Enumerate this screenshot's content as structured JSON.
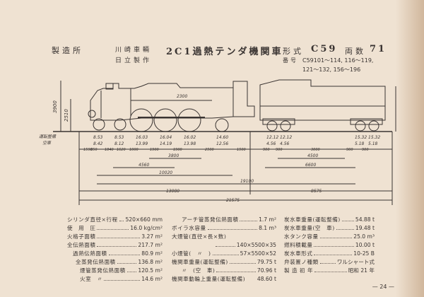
{
  "header": {
    "maker_label": "製造所",
    "makers": [
      "川崎車輛",
      "日立製作"
    ],
    "title": "2C1過熱テンダ機関車",
    "type_label": "形式",
    "type_value": "C59",
    "count_label": "両数",
    "count_value": "71",
    "number_label": "番号",
    "numbers_line1": "C59101〜114, 116〜119,",
    "numbers_line2": "121〜132, 156〜196"
  },
  "drawing": {
    "heights": [
      "3900",
      "2510"
    ],
    "boiler_length": "2300",
    "axle_load_labels": [
      "運転整備",
      "空車"
    ],
    "axle_loads": [
      [
        "8.53",
        "8.42"
      ],
      [
        "8.53",
        "8.12"
      ],
      [
        "16.03",
        "13.99"
      ],
      [
        "16.04",
        "14.19"
      ],
      [
        "16.02",
        "13.98"
      ],
      [
        "14.60",
        "12.56"
      ],
      [
        "12.12",
        "4.56"
      ],
      [
        "12.12",
        "4.56"
      ],
      [
        "15.32",
        "5.18"
      ],
      [
        "15.32",
        "5.18"
      ]
    ],
    "spacings": [
      "1590",
      "850",
      "1840",
      "1620",
      "1000",
      "1900",
      "1900",
      "2500",
      "1500",
      "900",
      "900",
      "3000",
      "900",
      "900"
    ],
    "dims": {
      "d3800": "3800",
      "d4560": "4560",
      "d10020": "10020",
      "d19100": "19100",
      "d4500": "4500",
      "d6600": "6600",
      "d13080": "13080",
      "d8575": "8575",
      "d21575": "21575"
    }
  },
  "specs": {
    "col1": [
      {
        "label": "シリンダ直径×行程",
        "value": "520×660 mm"
      },
      {
        "label": "使　用　圧",
        "value": "16.0 kg/cm²"
      },
      {
        "label": "火格子面積",
        "value": "3.27 m²"
      },
      {
        "label": "全伝熱面積",
        "value": "217.7 m²"
      },
      {
        "label": "過熱伝熱面積",
        "value": "80.9 m²"
      },
      {
        "label": "全蒸発伝熱面積",
        "value": "136.8 m²"
      },
      {
        "label": "煙管蒸発伝熱面積",
        "value": "120.5 m²"
      },
      {
        "label": "火室　〃",
        "value": "14.6 m²"
      }
    ],
    "col2": [
      {
        "label": "アーチ管蒸発伝熱面積",
        "value": "1.7 m²"
      },
      {
        "label": "ボイラ水容量",
        "value": "8.1 m³"
      },
      {
        "label": "大煙管(直径×長×数)",
        "value": ""
      },
      {
        "label": "",
        "value": "140×5500×35"
      },
      {
        "label": "小煙管(　〃　)",
        "value": "57×5500×52"
      },
      {
        "label": "機関車重量(運転整備)",
        "value": "79.75 t"
      },
      {
        "label": "〃　(空　車)",
        "value": "70.96 t"
      },
      {
        "label": "機関車動輪上重量(運転整備)",
        "value": "48.60 t"
      }
    ],
    "col3": [
      {
        "label": "炭水車重量(運転整備)",
        "value": "54.88 t"
      },
      {
        "label": "炭水車重量(空　車)",
        "value": "19.48 t"
      },
      {
        "label": "水タンク容量",
        "value": "25.0 m³"
      },
      {
        "label": "燃料積載量",
        "value": "10.00 t"
      },
      {
        "label": "炭水車形式",
        "value": "10-25 B"
      },
      {
        "label": "弁装置ノ種類",
        "value": "ワルシャート式"
      },
      {
        "label": "製 造 初 年",
        "value": "昭和 21 年"
      }
    ]
  },
  "footer": {
    "page": "— 24 —"
  }
}
